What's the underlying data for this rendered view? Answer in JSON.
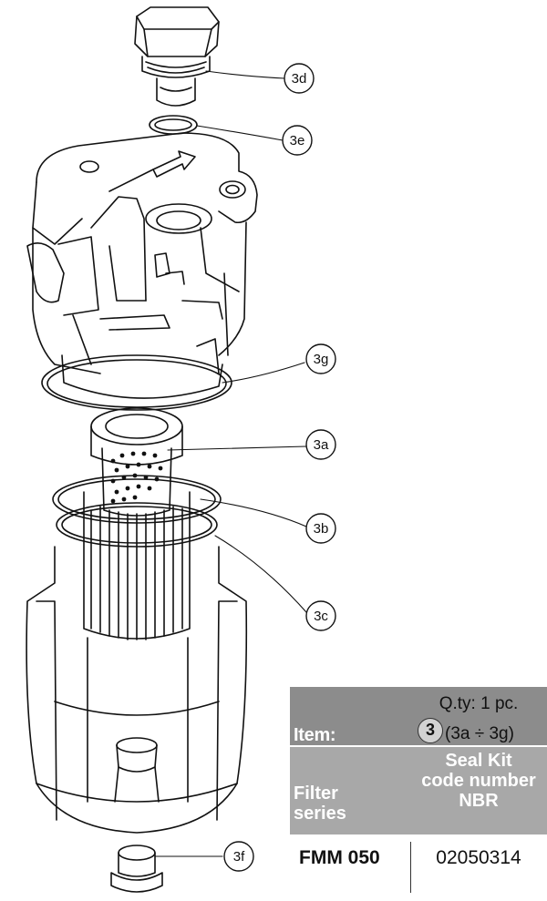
{
  "callouts": [
    {
      "id": "3d",
      "label": "3d"
    },
    {
      "id": "3e",
      "label": "3e"
    },
    {
      "id": "3g",
      "label": "3g"
    },
    {
      "id": "3a",
      "label": "3a"
    },
    {
      "id": "3b",
      "label": "3b"
    },
    {
      "id": "3c",
      "label": "3c"
    },
    {
      "id": "3f",
      "label": "3f"
    }
  ],
  "table": {
    "qty": "Q.ty: 1 pc.",
    "item_header": "Item:",
    "item_number": "3",
    "item_range": "(3a ÷ 3g)",
    "series_header": "Filter\nseries",
    "kit_header": "Seal Kit\ncode number\nNBR",
    "rows": [
      {
        "series": "FMM 050",
        "code": "02050314"
      }
    ]
  },
  "colors": {
    "header_dark": "#8c8c8c",
    "header_light": "#a8a8a8",
    "line": "#111111"
  }
}
